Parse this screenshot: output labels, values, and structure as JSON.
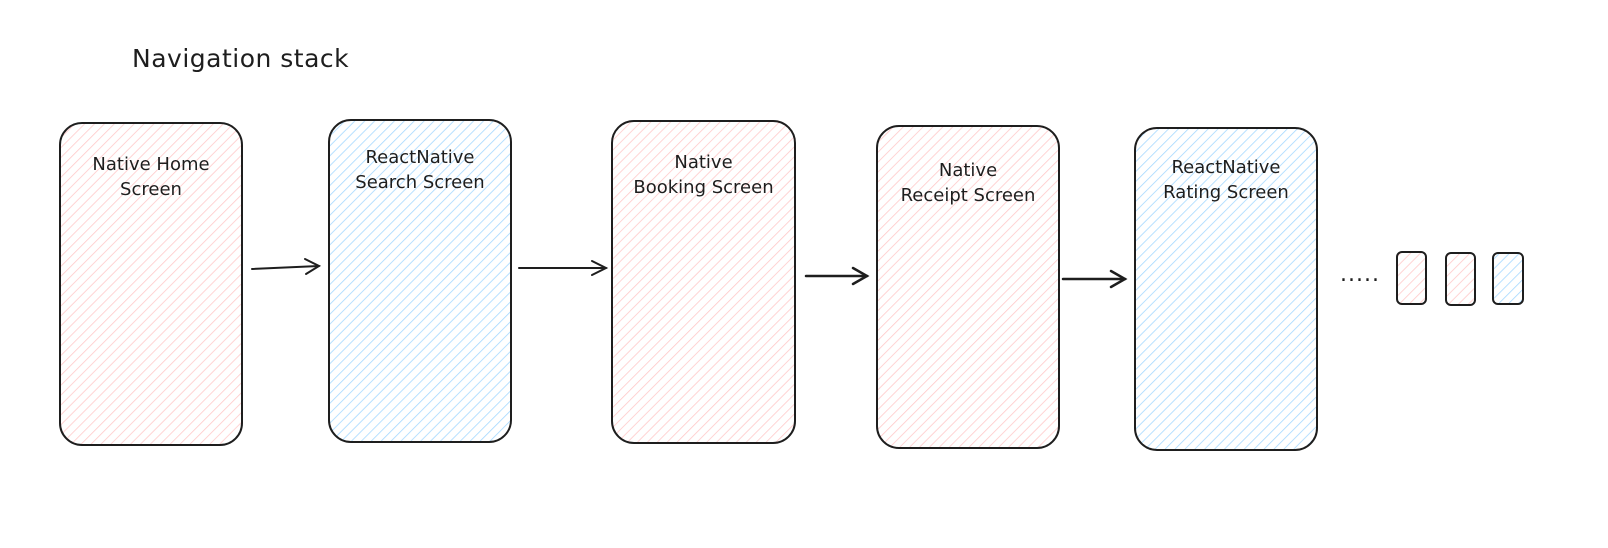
{
  "diagram": {
    "title": "Navigation stack",
    "screens": [
      {
        "label": "Native Home\nScreen",
        "kind": "native"
      },
      {
        "label": "ReactNative\nSearch Screen",
        "kind": "react-native"
      },
      {
        "label": "Native\nBooking Screen",
        "kind": "native"
      },
      {
        "label": "Native\nReceipt Screen",
        "kind": "native"
      },
      {
        "label": "ReactNative\nRating Screen",
        "kind": "react-native"
      }
    ],
    "ellipsis": ".....",
    "more_screens": [
      {
        "kind": "native"
      },
      {
        "kind": "native"
      },
      {
        "kind": "react-native"
      }
    ],
    "colors": {
      "native_fill": "#ffc9c9",
      "react_native_fill": "#a5d8ff",
      "stroke": "#1e1e1e"
    }
  }
}
